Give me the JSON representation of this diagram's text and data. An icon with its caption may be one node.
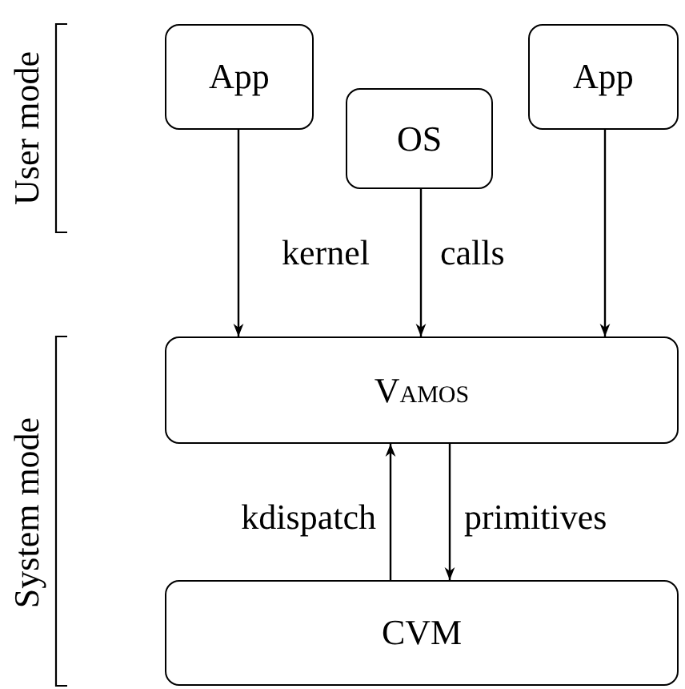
{
  "diagram": {
    "nodes": [
      {
        "text": [
          "App"
        ]
      },
      {
        "text": [
          "OS"
        ]
      },
      {
        "text": [
          "App"
        ]
      },
      {
        "text": [
          "Vamos"
        ]
      },
      {
        "text": [
          "CVM"
        ]
      }
    ],
    "edges": [
      {
        "from": 0,
        "to": 3,
        "arrow": "to"
      },
      {
        "from": 1,
        "to": 3,
        "arrow": "to"
      },
      {
        "from": 2,
        "to": 3,
        "arrow": "to"
      },
      {
        "from": 4,
        "to": 3,
        "arrow": "to",
        "label": "kdispatch"
      },
      {
        "from": 3,
        "to": 4,
        "arrow": "to",
        "label": "primitives"
      }
    ],
    "labels": [
      "User mode",
      "kernel",
      "calls",
      "System mode"
    ]
  }
}
